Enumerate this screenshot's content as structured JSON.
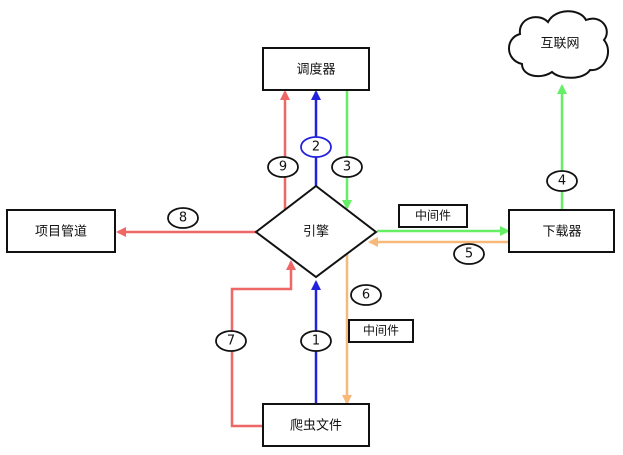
{
  "diagram": {
    "nodes": {
      "scheduler": "调度器",
      "engine": "引擎",
      "pipeline": "项目管道",
      "downloader": "下载器",
      "spider": "爬虫文件",
      "internet": "互联网"
    },
    "middleware_labels": {
      "downloader_middleware": "中间件",
      "spider_middleware": "中间件"
    },
    "steps": [
      "1",
      "2",
      "3",
      "4",
      "5",
      "6",
      "7",
      "8",
      "9"
    ],
    "colors": {
      "blue": "#2222dd",
      "green": "#66ee66",
      "red": "#ee6666",
      "orange": "#f6b97a",
      "outline": "#111111",
      "step2_circle": "#2222dd"
    }
  }
}
